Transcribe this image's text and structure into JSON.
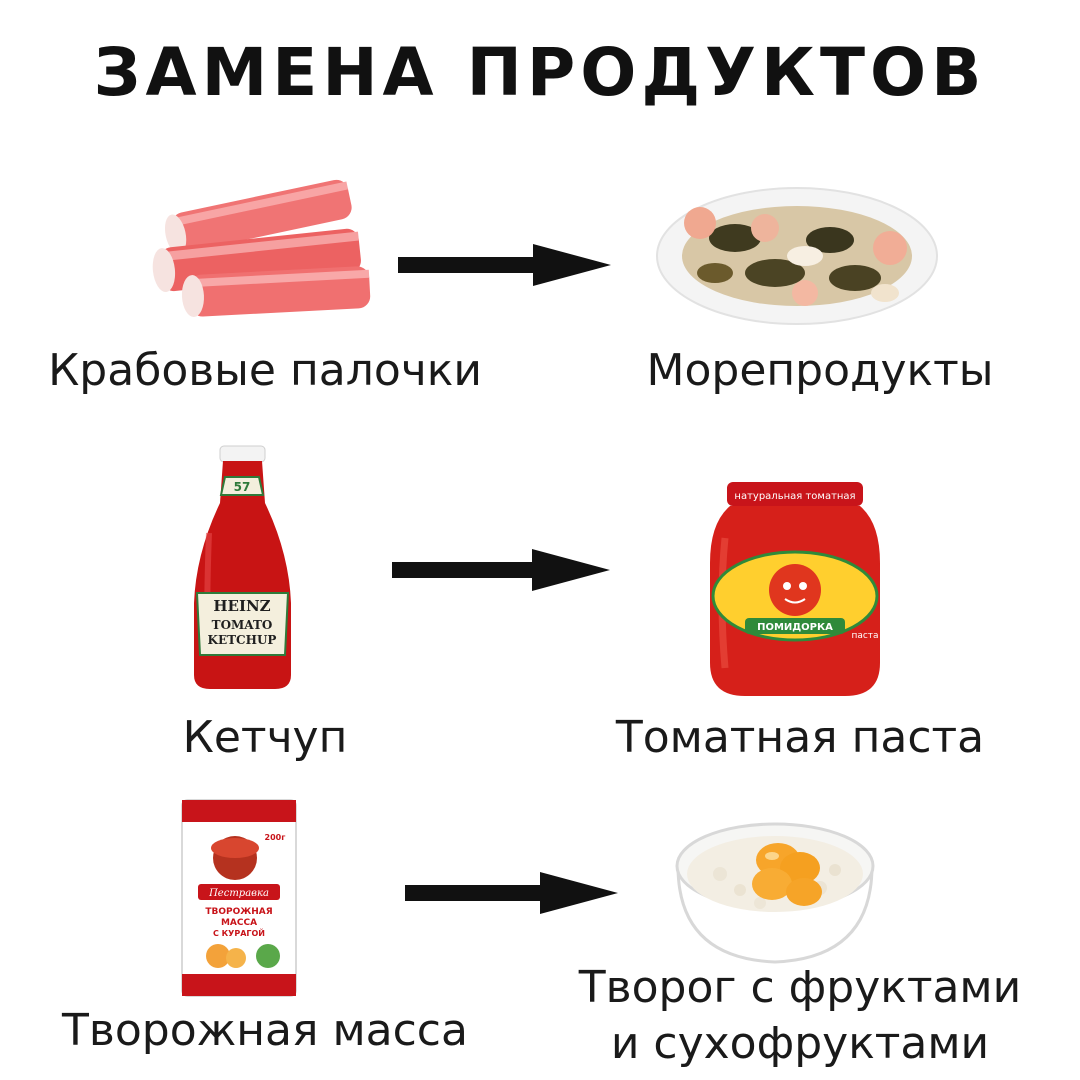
{
  "title": "ЗАМЕНА ПРОДУКТОВ",
  "rows": [
    {
      "from": {
        "label": "Крабовые палочки",
        "icon": "crab-sticks-icon"
      },
      "to": {
        "label": "Морепродукты",
        "icon": "seafood-plate-icon"
      }
    },
    {
      "from": {
        "label": "Кетчуп",
        "icon": "ketchup-bottle-icon",
        "package_text": {
          "brand": "HEINZ",
          "line1": "TOMATO",
          "line2": "KETCHUP",
          "cap": "57"
        }
      },
      "to": {
        "label": "Томатная паста",
        "icon": "tomato-paste-jar-icon",
        "package_text": {
          "band": "натуральная томатная",
          "brand": "ПОМИДОРКА",
          "side": "паста"
        }
      }
    },
    {
      "from": {
        "label": "Творожная масса",
        "icon": "curd-package-icon",
        "package_text": {
          "brand": "Пестравка",
          "line1": "ТВОРОЖНАЯ",
          "line2": "МАССА",
          "line3": "С КУРАГОЙ",
          "weight": "200г"
        }
      },
      "to": {
        "label_line1": "Творог с фруктами",
        "label_line2": "и сухофруктами",
        "icon": "cottage-cheese-bowl-icon"
      }
    }
  ],
  "colors": {
    "title": "#111111",
    "arrow": "#111111",
    "crab": "#ee6b6b",
    "ketchup": "#c81414",
    "tomato_paste": "#d6201a"
  }
}
